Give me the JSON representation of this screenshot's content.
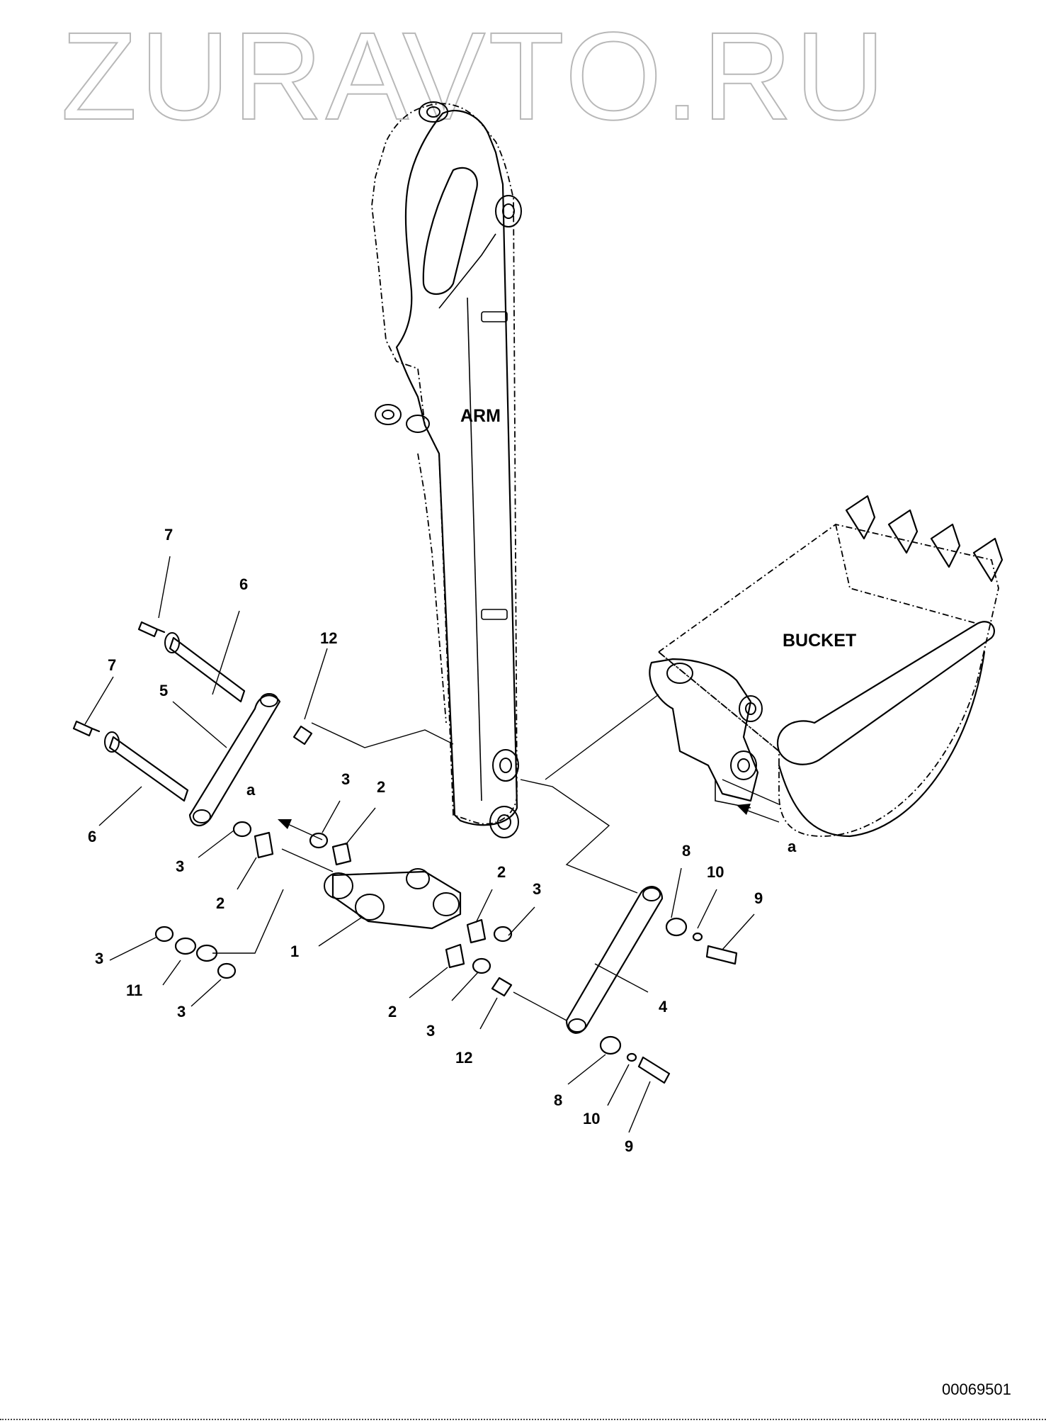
{
  "watermark": "ZURAVTO.RU",
  "labels": {
    "arm": "ARM",
    "bucket": "BUCKET"
  },
  "document_number": "00069501",
  "callouts": [
    {
      "text": "7"
    },
    {
      "text": "6"
    },
    {
      "text": "12"
    },
    {
      "text": "7"
    },
    {
      "text": "5"
    },
    {
      "text": "6"
    },
    {
      "text": "3"
    },
    {
      "text": "2"
    },
    {
      "text": "a"
    },
    {
      "text": "3"
    },
    {
      "text": "2"
    },
    {
      "text": "1"
    },
    {
      "text": "2"
    },
    {
      "text": "3"
    },
    {
      "text": "3"
    },
    {
      "text": "11"
    },
    {
      "text": "3"
    },
    {
      "text": "2"
    },
    {
      "text": "3"
    },
    {
      "text": "12"
    },
    {
      "text": "8"
    },
    {
      "text": "10"
    },
    {
      "text": "9"
    },
    {
      "text": "4"
    },
    {
      "text": "8"
    },
    {
      "text": "10"
    },
    {
      "text": "9"
    },
    {
      "text": "a"
    }
  ]
}
